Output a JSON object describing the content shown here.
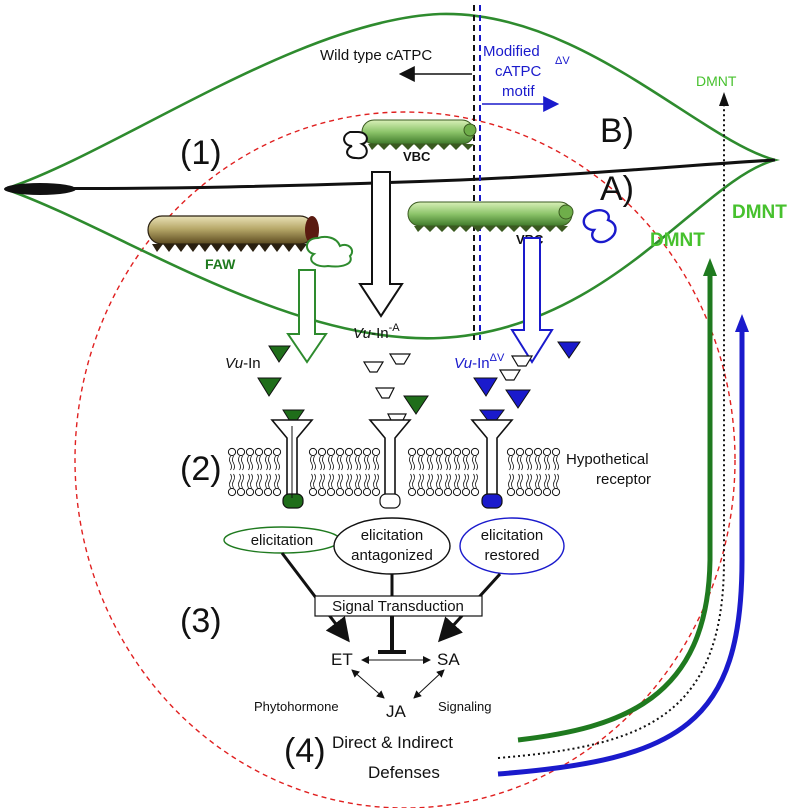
{
  "title": "",
  "colors": {
    "leaf": "#2e8b2e",
    "vbc": "#3a7f2a",
    "faw": "#1f7a1f",
    "modified": "#1a1acc",
    "dmnt_light": "#47c12e",
    "dmnt_dark": "#2b8a1e",
    "dashed_red": "#e02020"
  },
  "step_numbers": {
    "s1": "(1)",
    "s2": "(2)",
    "s3": "(3)",
    "s4": "(4)"
  },
  "top": {
    "wild_type": "Wild type cATPC",
    "modified_1": "Modified",
    "modified_delta": "ΔV",
    "modified_2": "cATPC",
    "modified_3": "motif"
  },
  "sides": {
    "b": "B)",
    "a": "A)"
  },
  "insects": {
    "faw": "FAW",
    "vbc_top": "VBC",
    "vbc_right": "VBC"
  },
  "peptides": {
    "left_pre": "Vu",
    "left_post": "-In",
    "mid_pre": "Vu",
    "mid_post": "-In",
    "mid_sup": "-A",
    "right_pre": "Vu",
    "right_post": "-In",
    "right_sup": "ΔV"
  },
  "receptor": {
    "line1": "Hypothetical",
    "line2": "receptor"
  },
  "outcomes": {
    "left": "elicitation",
    "mid_1": "elicitation",
    "mid_2": "antagonized",
    "right_1": "elicitation",
    "right_2": "restored"
  },
  "signal": {
    "box": "Signal Transduction",
    "et": "ET",
    "sa": "SA",
    "ja": "JA",
    "phyto": "Phytohormone",
    "signaling": "Signaling"
  },
  "defenses": {
    "line1": "Direct & Indirect",
    "line2": "Defenses"
  },
  "dmnt": {
    "top": "DMNT",
    "right": "DMNT",
    "mid": "DMNT"
  }
}
